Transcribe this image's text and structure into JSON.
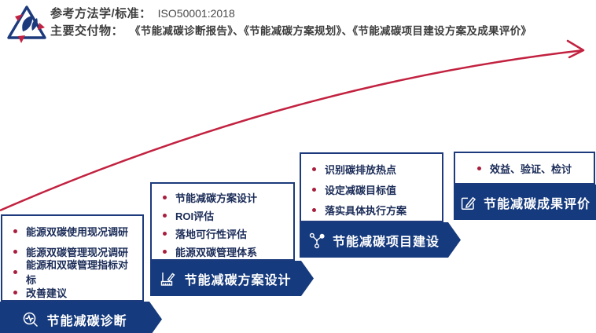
{
  "header": {
    "method_label": "参考方法学/标准：",
    "method_value": "ISO50001:2018",
    "deliverables_label": "主要交付物：",
    "deliverables_value": "《节能减碳诊断报告》、《节能减碳方案规划》、《节能减碳项目建设方案及成果评价》"
  },
  "logo": {
    "name": "recycle-leaf-logo"
  },
  "colors": {
    "banner_navy": "#153a7d",
    "border_navy": "#1c3a7c",
    "item_text_navy": "#1b2c58",
    "bullet_red": "#a81e3d",
    "curve_red": "#c22240",
    "header_text": "#3d3d3d"
  },
  "steps": [
    {
      "title": "节能减碳诊断",
      "icon": "diagnosis-search-icon",
      "items": [
        "能源双碳使用现况调研",
        "能源双碳管理现况调研",
        "能源和双碳管理指标对标",
        "改善建议"
      ]
    },
    {
      "title": "节能减碳方案设计",
      "icon": "design-ruler-pencil-icon",
      "items": [
        "节能减碳方案设计",
        "ROI评估",
        "落地可行性评估",
        "能源双碳管理体系"
      ]
    },
    {
      "title": "节能减碳项目建设",
      "icon": "network-nodes-icon",
      "items": [
        "识别碳排放热点",
        "设定减碳目标值",
        "落实具体执行方案"
      ]
    },
    {
      "title": "节能减碳成果评价",
      "icon": "edit-square-icon",
      "items": [
        "效益、验证、检讨"
      ]
    }
  ]
}
